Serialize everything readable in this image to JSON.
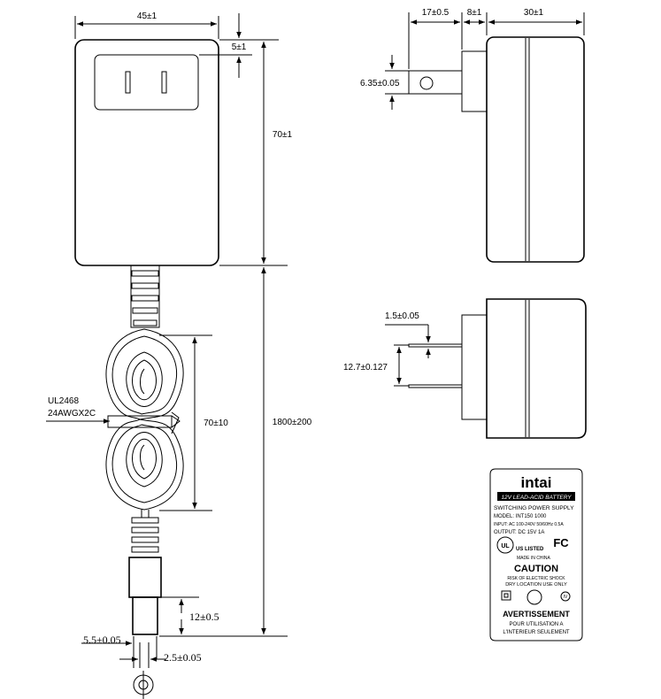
{
  "dimensions": {
    "width": "45±1",
    "plug_offset": "5±1",
    "height": "70±1",
    "cord_length": "1800±200",
    "coil_length": "70±10",
    "cable_spec_1": "UL2468",
    "cable_spec_2": "24AWGX2C",
    "tip_length": "12±0.5",
    "outer_dia": "5.5±0.05",
    "inner_dia": "2.5±0.05",
    "prong_length": "17±0.5",
    "collar_depth": "8±1",
    "body_depth": "30±1",
    "prong_width": "6.35±0.05",
    "prong_thickness": "1.5±0.05",
    "prong_spacing": "12.7±0.127"
  },
  "label": {
    "brand": "intai",
    "tagline": "12V LEAD-ACID BATTERY",
    "product": "SWITCHING POWER SUPPLY",
    "model": "MODEL: INT150 1000",
    "input": "INPUT: AC 100-240V 50/60Hz 0.5A",
    "output": "OUTPUT: DC 15V 1A",
    "listed": "US LISTED",
    "made": "MADE IN CHINA",
    "caution": "CAUTION",
    "risk": "RISK OF ELECTRIC SHOCK",
    "dry": "DRY LOCATION USE ONLY",
    "avert": "AVERTISSEMENT",
    "avert2": "POUR UTILISATION A",
    "avert3": "L'INTERIEUR SEULEMENT",
    "fcc": "FC",
    "level": "IV"
  }
}
